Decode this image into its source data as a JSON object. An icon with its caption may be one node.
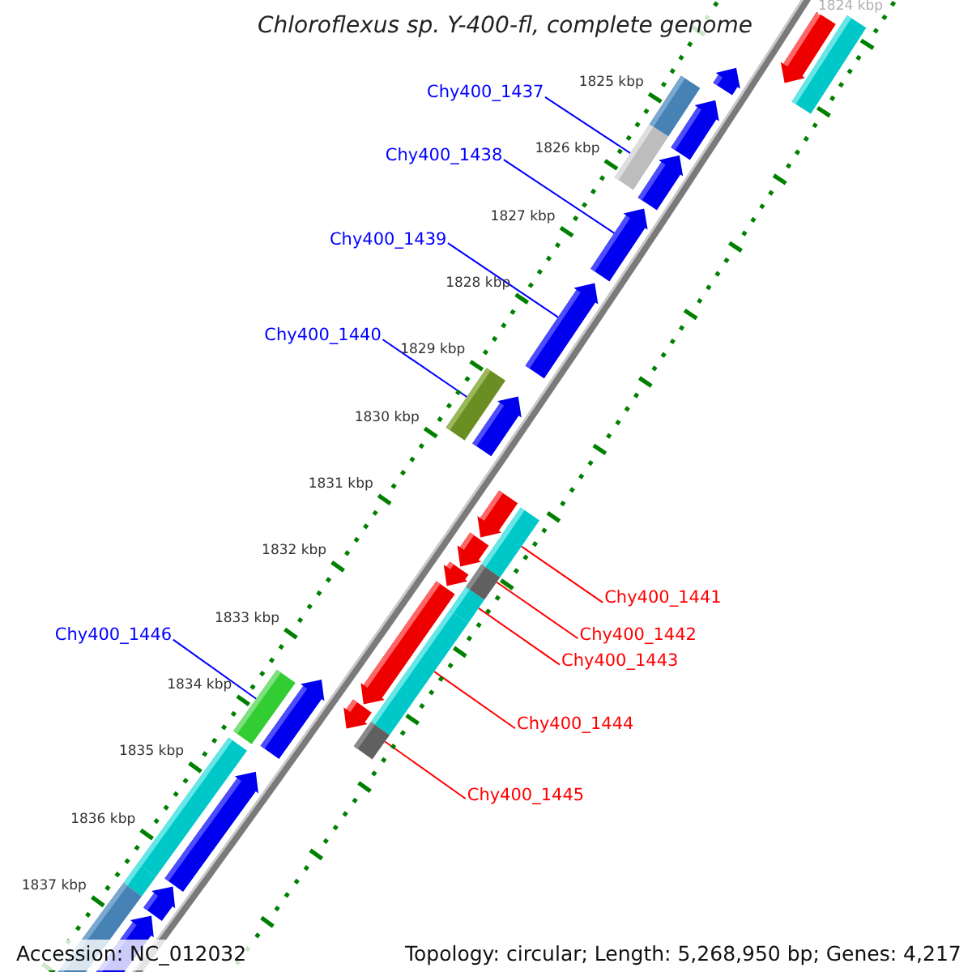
{
  "diagram": {
    "title": "Chloroflexus sp. Y-400-fl, complete genome",
    "nodes": [
      {
        "text": [
          "Chy400_1437"
        ]
      },
      {
        "text": [],
        "shape": "bar"
      },
      {
        "text": [
          "Chy400_1438"
        ]
      },
      {
        "text": [],
        "shape": "pentagon"
      },
      {
        "text": [
          "Chy400_1439"
        ]
      },
      {
        "text": [],
        "shape": "pentagon"
      },
      {
        "text": [
          "Chy400_1440"
        ]
      },
      {
        "text": [],
        "shape": "bar"
      },
      {
        "text": [],
        "shape": "bar"
      },
      {
        "text": [
          "Chy400_1441"
        ]
      },
      {
        "text": [],
        "shape": "bar"
      },
      {
        "text": [
          "Chy400_1442"
        ]
      },
      {
        "text": [],
        "shape": "bar"
      },
      {
        "text": [
          "Chy400_1443"
        ]
      },
      {
        "text": [],
        "shape": "bar"
      },
      {
        "text": [
          "Chy400_1444"
        ]
      },
      {
        "text": [
          "Chy400_1446"
        ]
      },
      {
        "text": [],
        "shape": "bar"
      },
      {
        "text": [],
        "shape": "bar"
      },
      {
        "text": [
          "Chy400_1445"
        ]
      },
      {
        "text": [],
        "shape": "pentagon"
      },
      {
        "text": [],
        "shape": "pentagon"
      },
      {
        "text": [],
        "shape": "pentagon"
      },
      {
        "text": [],
        "shape": "pentagon"
      },
      {
        "text": [],
        "shape": "pentagon"
      },
      {
        "text": [],
        "shape": "pentagon"
      },
      {
        "text": [],
        "shape": "pentagon"
      },
      {
        "text": [],
        "shape": "pentagon"
      },
      {
        "text": [],
        "shape": "bar"
      },
      {
        "text": [],
        "shape": "bar"
      },
      {
        "text": [],
        "shape": "bar"
      },
      {
        "text": [],
        "shape": "bar"
      },
      {
        "text": [],
        "shape": "pentagon"
      },
      {
        "text": [],
        "shape": "pentagon"
      },
      {
        "text": [],
        "shape": "pentagon"
      },
      {
        "text": [],
        "shape": "pentagon"
      },
      {
        "text": [],
        "shape": "pentagon"
      },
      {
        "text": [],
        "shape": "pentagon"
      },
      {
        "text": [],
        "shape": "bar"
      }
    ],
    "edges": [
      {
        "from": 0,
        "to": 1,
        "arrow": "none"
      },
      {
        "from": 2,
        "to": 3,
        "arrow": "none"
      },
      {
        "from": 4,
        "to": 5,
        "arrow": "none"
      },
      {
        "from": 6,
        "to": 7,
        "arrow": "none"
      },
      {
        "from": 9,
        "to": 8,
        "arrow": "none",
        "color": "#ff0000"
      },
      {
        "from": 11,
        "to": 10,
        "arrow": "none",
        "color": "#ff0000"
      },
      {
        "from": 13,
        "to": 12,
        "arrow": "none",
        "color": "#ff0000"
      },
      {
        "from": 15,
        "to": 14,
        "arrow": "none",
        "color": "#ff0000"
      },
      {
        "from": 19,
        "to": 18,
        "arrow": "none",
        "color": "#ff0000"
      },
      {
        "from": 16,
        "to": 17,
        "arrow": "none"
      }
    ],
    "labels": [
      "1824 kbp",
      "1825 kbp",
      "1826 kbp",
      "1827 kbp",
      "1828 kbp",
      "1829 kbp",
      "1830 kbp",
      "1831 kbp",
      "1832 kbp",
      "1833 kbp",
      "1834 kbp",
      "1835 kbp",
      "1836 kbp",
      "1837 kbp",
      "Accession: NC_012032",
      "Topology: circular; Length: 5,268,950 bp; Genes: 4,217"
    ]
  }
}
